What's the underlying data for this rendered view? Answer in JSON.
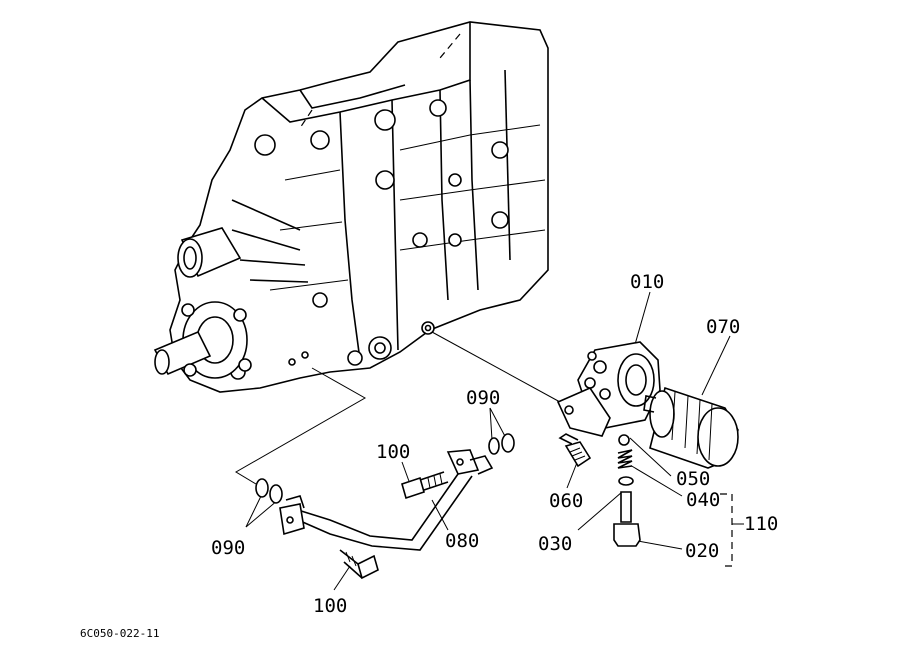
{
  "drawing_code": "6C050-022-11",
  "labels": {
    "p010": "010",
    "p070": "070",
    "p090_right": "090",
    "p100_top": "100",
    "p050": "050",
    "p060": "060",
    "p040": "040",
    "p110": "110",
    "p030": "030",
    "p020": "020",
    "p090_left": "090",
    "p080": "080",
    "p100_bottom": "100"
  }
}
